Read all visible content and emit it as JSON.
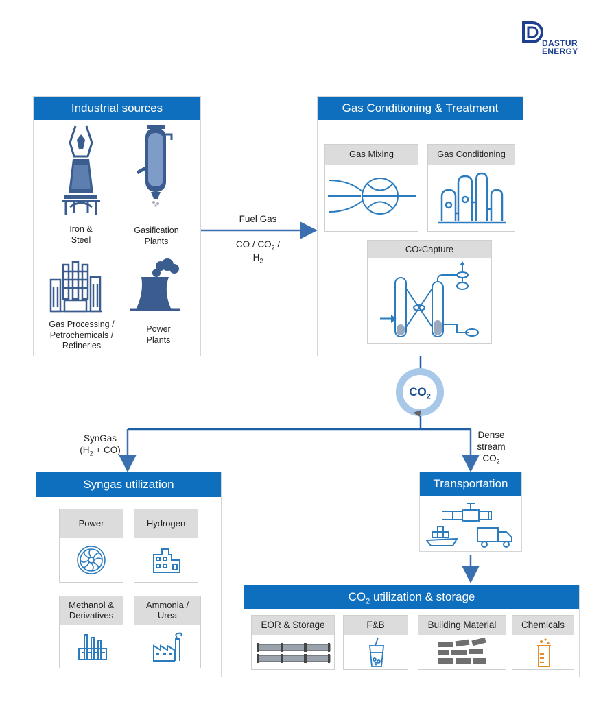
{
  "logo": {
    "line1": "DASTUR",
    "line2": "ENERGY"
  },
  "industrial": {
    "title": "Industrial sources",
    "items": [
      {
        "label": "Iron &\nSteel"
      },
      {
        "label": "Gasification\nPlants"
      },
      {
        "label": "Gas Processing /\nPetrochemicals /\nRefineries"
      },
      {
        "label": "Power\nPlants"
      }
    ]
  },
  "flow_fuel": {
    "line1": "Fuel Gas",
    "line2": "CO / CO",
    "sub": "2",
    "line2_end": " /",
    "line3": "H",
    "line3_sub": "2"
  },
  "gct": {
    "title": "Gas Conditioning & Treatment",
    "mixing": "Gas Mixing",
    "conditioning": "Gas Conditioning",
    "capture_pre": "CO",
    "capture_sub": "2",
    "capture_post": " Capture"
  },
  "co2_badge": {
    "text": "CO",
    "sub": "2"
  },
  "flow_syngas": {
    "line1": "SynGas",
    "line2_pre": "(H",
    "line2_sub": "2",
    "line2_post": " + CO)"
  },
  "flow_dense": {
    "line1": "Dense",
    "line2": "stream",
    "line3_pre": "CO",
    "line3_sub": "2"
  },
  "syngas": {
    "title": "Syngas utilization",
    "items": [
      {
        "label": "Power"
      },
      {
        "label": "Hydrogen"
      },
      {
        "label": "Methanol &\nDerivatives"
      },
      {
        "label": "Ammonia /\nUrea"
      }
    ]
  },
  "transport": {
    "title": "Transportation"
  },
  "storage": {
    "title_pre": "CO",
    "title_sub": "2",
    "title_post": " utilization & storage",
    "items": [
      {
        "label": "EOR & Storage"
      },
      {
        "label": "F&B"
      },
      {
        "label": "Building Material"
      },
      {
        "label": "Chemicals"
      }
    ]
  },
  "colors": {
    "accent": "#0e6fbf",
    "icon_dark": "#3a5c8e",
    "icon_light": "#2b7bbf",
    "orange": "#e58a2b",
    "grey_header": "#dcdcdc"
  }
}
